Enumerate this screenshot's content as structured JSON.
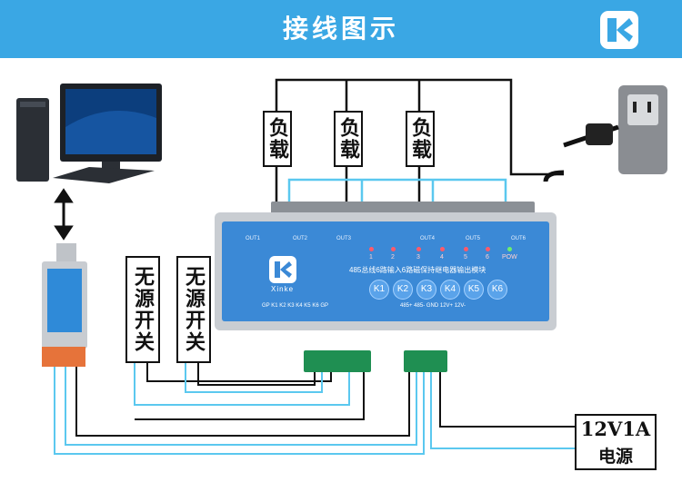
{
  "header": {
    "title": "接线图示",
    "bg_color": "#3aa7e4"
  },
  "loads": [
    {
      "label": "负载"
    },
    {
      "label": "负载"
    },
    {
      "label": "负载"
    }
  ],
  "switches": [
    {
      "label": "无源开关"
    },
    {
      "label": "无源开关"
    }
  ],
  "module": {
    "brand": "Xinke",
    "model": "485总线6路输入6路磁保持继电器输出模块",
    "outputs": [
      "OUT1",
      "OUT2",
      "OUT3",
      "OUT4",
      "OUT5",
      "OUT6"
    ],
    "leds": [
      "1",
      "2",
      "3",
      "4",
      "5",
      "6",
      "POW"
    ],
    "keys": [
      "K1",
      "K2",
      "K3",
      "K4",
      "K5",
      "K6"
    ],
    "inputs": [
      "GP",
      "K1",
      "K2",
      "K3",
      "K4",
      "K5",
      "K6",
      "GP"
    ],
    "power_terminals": "485+  485-  GND 12V+ 12V-"
  },
  "power_supply": {
    "line1": "12V1A",
    "line2": "电源"
  },
  "colors": {
    "wire_black": "#111111",
    "wire_blue": "#5bc8ef",
    "terminal_green": "#1f8f52",
    "panel_blue": "#3b89d6"
  }
}
